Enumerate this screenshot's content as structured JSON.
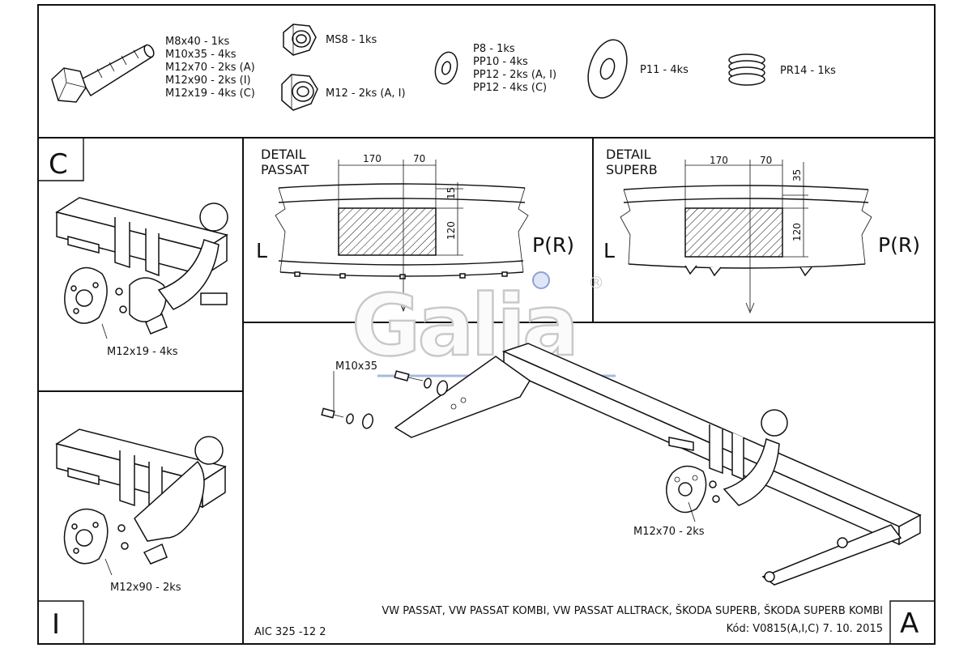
{
  "hardware": {
    "bolt_specs": [
      "M8x40 - 1ks",
      "M10x35 - 4ks",
      "M12x70 - 2ks (A)",
      "M12x90 - 2ks (I)",
      "M12x19 - 4ks (C)"
    ],
    "nut_ms8": "MS8 - 1ks",
    "nut_m12": "M12 - 2ks (A, I)",
    "washer_specs": [
      "P8 - 1ks",
      "PP10 - 4ks",
      "PP12 - 2ks (A, I)",
      "PP12 - 4ks (C)"
    ],
    "washer_p11": "P11 - 4ks",
    "spring_pr14": "PR14 - 1ks"
  },
  "panels": {
    "c_letter": "C",
    "i_letter": "I",
    "a_letter": "A",
    "c_bolt_label": "M12x19 - 4ks",
    "i_bolt_label": "M12x90 - 2ks",
    "a_bolt_label": "M12x70 - 2ks",
    "a_m10_label": "M10x35"
  },
  "detail_passat": {
    "title_1": "DETAIL",
    "title_2": "PASSAT",
    "dim_left": "170",
    "dim_right": "70",
    "dim_top": "15",
    "dim_height": "120",
    "left_side": "L",
    "right_side": "P(R)"
  },
  "detail_superb": {
    "title_1": "DETAIL",
    "title_2": "SUPERB",
    "dim_left": "170",
    "dim_right": "70",
    "dim_top": "35",
    "dim_height": "120",
    "left_side": "L",
    "right_side": "P(R)"
  },
  "logo": {
    "text": "Galia",
    "registered": "®"
  },
  "footer": {
    "code_left": "AIC 325 -12 2",
    "vehicles": "VW PASSAT, VW PASSAT KOMBI, VW PASSAT ALLTRACK, ŠKODA SUPERB, ŠKODA SUPERB KOMBI",
    "kod": "Kód: V0815(A,I,C)  7. 10. 2015"
  }
}
